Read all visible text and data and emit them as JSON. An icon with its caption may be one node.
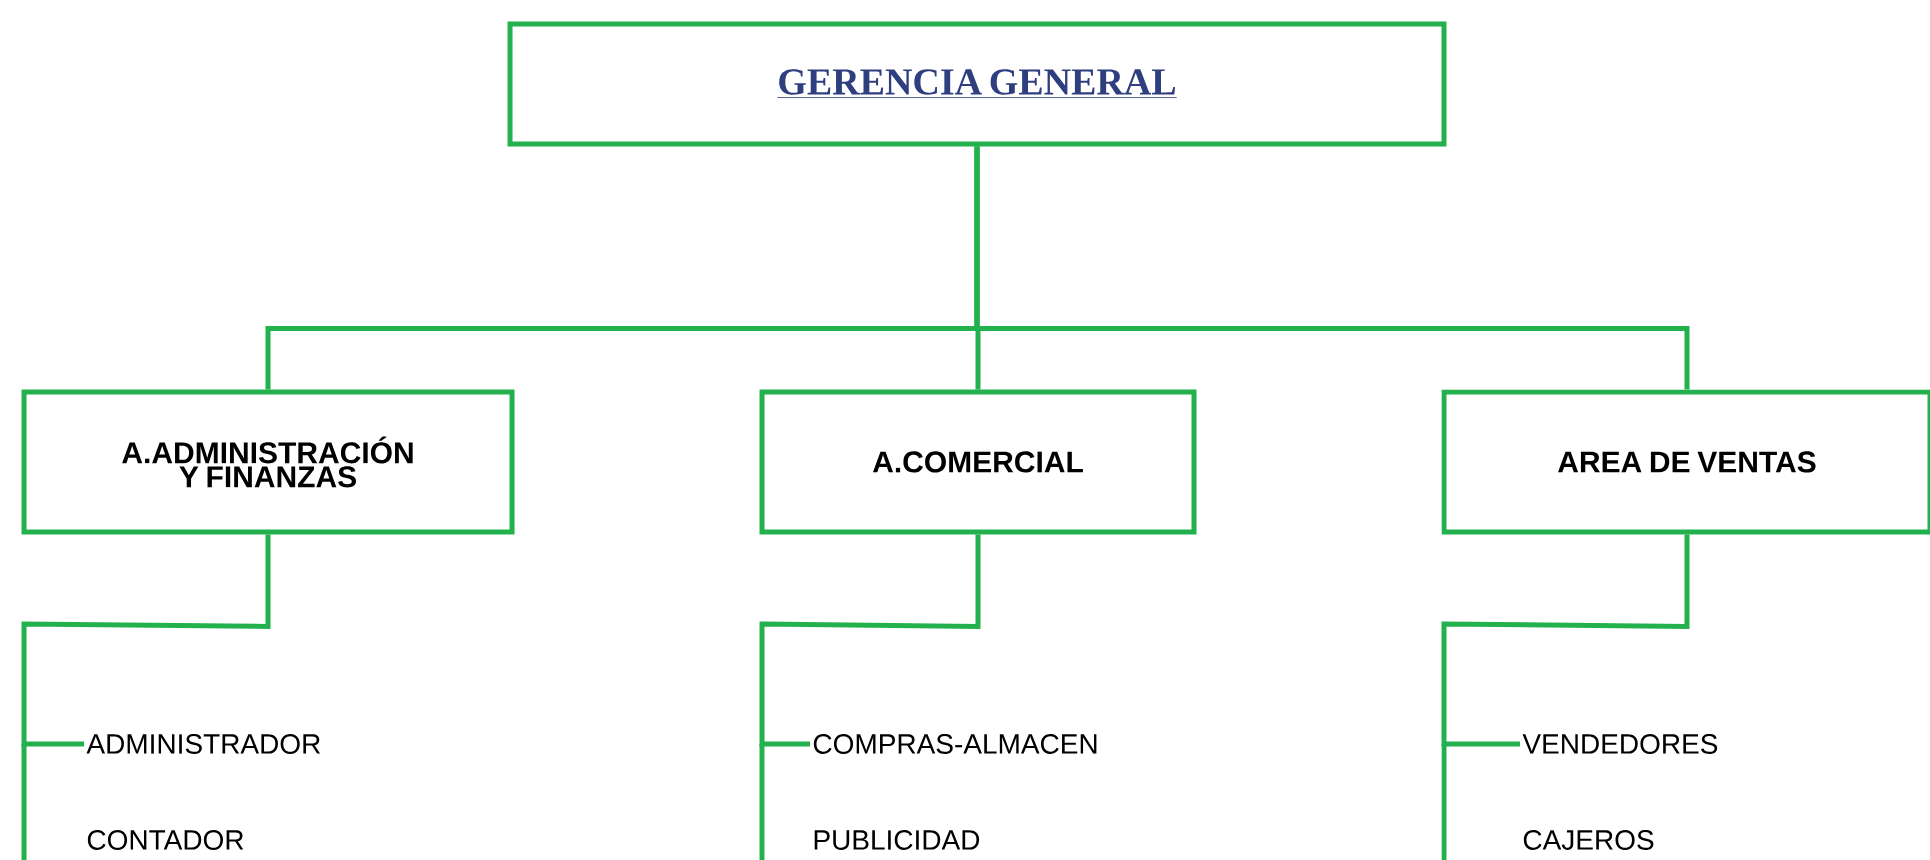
{
  "diagram": {
    "nodes": [
      {
        "text": [
          "GERENCIA GENERAL"
        ]
      },
      {
        "text": [
          "A.ADMINISTRACIÓN Y FINANZAS"
        ]
      },
      {
        "text": [
          "A.COMERCIAL"
        ]
      },
      {
        "text": [
          "AREA DE VENTAS"
        ]
      },
      {
        "text": [
          "ADMINISTRADOR"
        ]
      },
      {
        "text": [
          "COMPRAS-ALMACEN"
        ]
      },
      {
        "text": [
          "VENDEDORES"
        ]
      }
    ],
    "edges": [
      {
        "from": 0,
        "to": 1,
        "arrow": "none"
      },
      {
        "from": 0,
        "to": 2,
        "arrow": "none"
      },
      {
        "from": 0,
        "to": 3,
        "arrow": "none"
      },
      {
        "from": 1,
        "to": 4,
        "arrow": "none"
      },
      {
        "from": 2,
        "to": 5,
        "arrow": "none"
      },
      {
        "from": 3,
        "to": 6,
        "arrow": "none"
      }
    ],
    "labels": [
      "CONTADOR",
      "PUBLICIDAD",
      "CAJEROS"
    ]
  }
}
